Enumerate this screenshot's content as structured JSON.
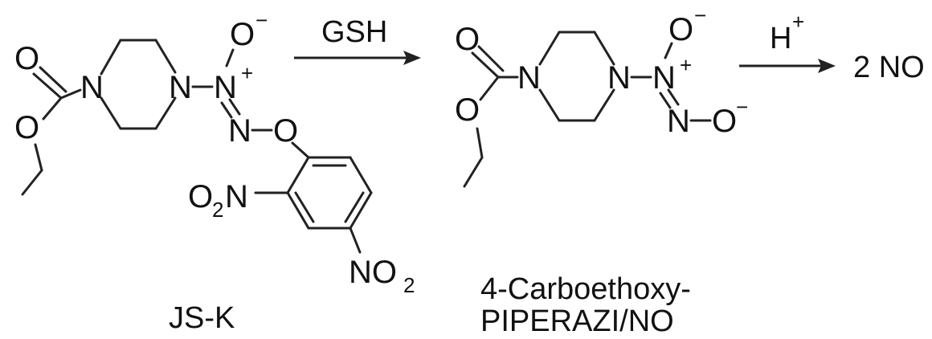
{
  "atoms": {
    "oxygen": "O",
    "nitrogen": "N",
    "hydrogen": "H",
    "no2_prefix": "O",
    "no2_sub": "2",
    "no2_suffix_n": "NO",
    "minus": "−",
    "plus": "+"
  },
  "reactants": {
    "jsk_label": "JS-K"
  },
  "intermediate": {
    "label_line1": "4-Carboethoxy-",
    "label_line2": "PIPERAZI/NO"
  },
  "reagents": {
    "step1": "GSH",
    "step2_symbol": "H",
    "step2_charge": "+"
  },
  "product": {
    "label": "2 NO"
  }
}
